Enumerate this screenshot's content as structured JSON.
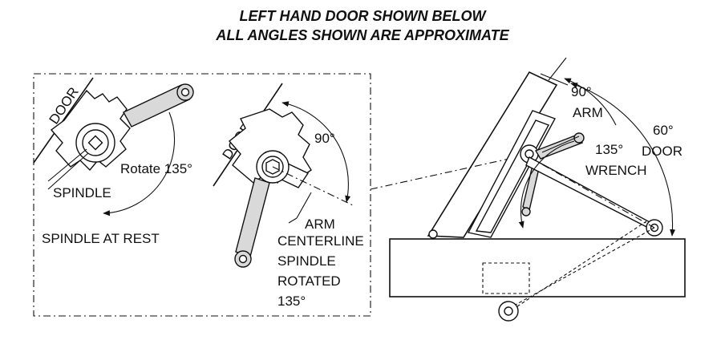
{
  "title_line_1": "LEFT HAND DOOR SHOWN BELOW",
  "title_line_2": "ALL ANGLES SHOWN ARE APPROXIMATE",
  "panel_left": {
    "door_label": "DOOR",
    "rotate_label": "Rotate 135°",
    "spindle_label": "SPINDLE",
    "rest_label": "SPINDLE AT REST"
  },
  "panel_middle": {
    "door_label": "DOOR",
    "angle_label": "90°",
    "arm_label": "ARM",
    "centerline_label": "CENTERLINE",
    "rotated_line_1": "SPINDLE",
    "rotated_line_2": "ROTATED",
    "rotated_line_3": "135°"
  },
  "panel_right": {
    "arm_angle": "90°",
    "arm_label": "ARM",
    "wrench_angle": "135°",
    "wrench_label": "WRENCH",
    "door_angle": "60°",
    "door_label": "DOOR"
  }
}
